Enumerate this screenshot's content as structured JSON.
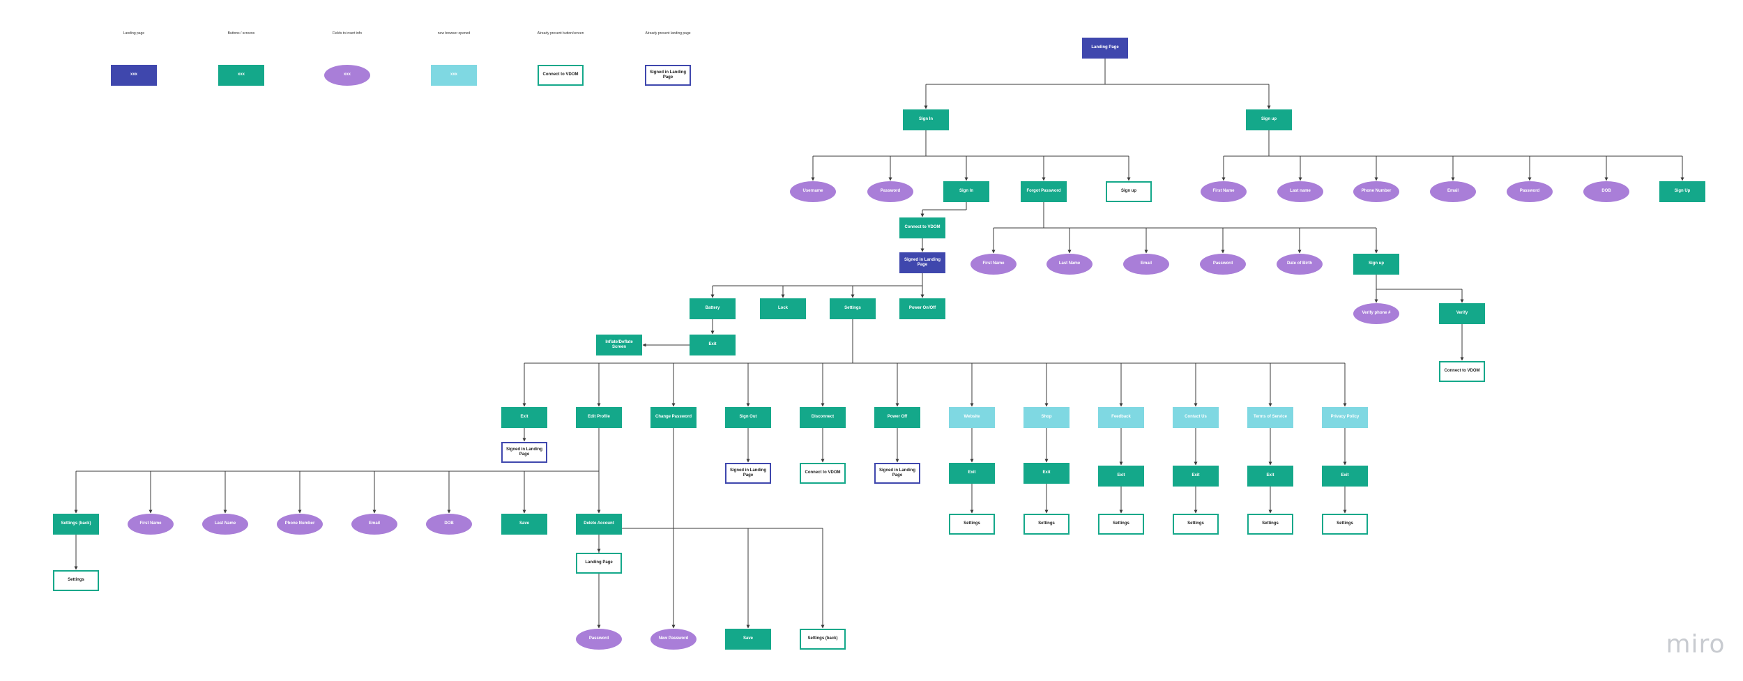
{
  "colors": {
    "landing": "#3f47ad",
    "button": "#14a88a",
    "field": "#a97ed8",
    "browser": "#7fd8e2",
    "connector": "#3a3a3a"
  },
  "legend": [
    {
      "id": "lg-landing",
      "kind": "landing",
      "label": "Landing page",
      "sample": "xxx"
    },
    {
      "id": "lg-button",
      "kind": "button",
      "label": "Buttons / screens",
      "sample": "xxx"
    },
    {
      "id": "lg-field",
      "kind": "field",
      "label": "Fields to insert info",
      "sample": "xxx"
    },
    {
      "id": "lg-browser",
      "kind": "browser",
      "label": "new browser opened",
      "sample": "xxx"
    },
    {
      "id": "lg-present-button",
      "kind": "present-button",
      "label": "Already present button/screen",
      "sample": "Connect to VDOM"
    },
    {
      "id": "lg-present-landing",
      "kind": "present-landing",
      "label": "Already present landing page",
      "sample": "Signed in Landing Page"
    }
  ],
  "nodes": [
    {
      "id": "landing",
      "label": "Landing Page",
      "kind": "landing"
    },
    {
      "id": "signin",
      "label": "Sign In",
      "kind": "button"
    },
    {
      "id": "signup",
      "label": "Sign up",
      "kind": "button"
    },
    {
      "id": "si-username",
      "label": "Username",
      "kind": "field"
    },
    {
      "id": "si-password",
      "label": "Password",
      "kind": "field"
    },
    {
      "id": "si-signin",
      "label": "Sign In",
      "kind": "button"
    },
    {
      "id": "si-forgot",
      "label": "Forgot Password",
      "kind": "button"
    },
    {
      "id": "si-signup",
      "label": "Sign up",
      "kind": "present-button"
    },
    {
      "id": "su-first",
      "label": "First Name",
      "kind": "field"
    },
    {
      "id": "su-last",
      "label": "Last name",
      "kind": "field"
    },
    {
      "id": "su-phone",
      "label": "Phone Number",
      "kind": "field"
    },
    {
      "id": "su-email",
      "label": "Email",
      "kind": "field"
    },
    {
      "id": "su-password",
      "label": "Password",
      "kind": "field"
    },
    {
      "id": "su-dob",
      "label": "DOB",
      "kind": "field"
    },
    {
      "id": "su-signup",
      "label": "Sign Up",
      "kind": "button"
    },
    {
      "id": "connect",
      "label": "Connect to VDOM",
      "kind": "button"
    },
    {
      "id": "signed",
      "label": "Signed in Landing Page",
      "kind": "landing"
    },
    {
      "id": "fp-first",
      "label": "First Name",
      "kind": "field"
    },
    {
      "id": "fp-last",
      "label": "Last Name",
      "kind": "field"
    },
    {
      "id": "fp-email",
      "label": "Email",
      "kind": "field"
    },
    {
      "id": "fp-password",
      "label": "Password",
      "kind": "field"
    },
    {
      "id": "fp-dob",
      "label": "Date of Birth",
      "kind": "field"
    },
    {
      "id": "fp-signup",
      "label": "Sign up",
      "kind": "button"
    },
    {
      "id": "fp-verify-phone",
      "label": "Verify phone #",
      "kind": "field"
    },
    {
      "id": "fp-verify",
      "label": "Verify",
      "kind": "button"
    },
    {
      "id": "fp-connect",
      "label": "Connect to VDOM",
      "kind": "present-button"
    },
    {
      "id": "battery",
      "label": "Battery",
      "kind": "button"
    },
    {
      "id": "lock",
      "label": "Lock",
      "kind": "button"
    },
    {
      "id": "settings",
      "label": "Settings",
      "kind": "button"
    },
    {
      "id": "power",
      "label": "Power On/Off",
      "kind": "button"
    },
    {
      "id": "batt-exit",
      "label": "Exit",
      "kind": "button"
    },
    {
      "id": "inflate",
      "label": "Inflate/Deflate Screen",
      "kind": "button"
    },
    {
      "id": "st-exit",
      "label": "Exit",
      "kind": "button"
    },
    {
      "id": "st-edit",
      "label": "Edit Profile",
      "kind": "button"
    },
    {
      "id": "st-change",
      "label": "Change Password",
      "kind": "button"
    },
    {
      "id": "st-signout",
      "label": "Sign Out",
      "kind": "button"
    },
    {
      "id": "st-disconnect",
      "label": "Disconnect",
      "kind": "button"
    },
    {
      "id": "st-poweroff",
      "label": "Power Off",
      "kind": "button"
    },
    {
      "id": "st-website",
      "label": "Website",
      "kind": "browser"
    },
    {
      "id": "st-shop",
      "label": "Shop",
      "kind": "browser"
    },
    {
      "id": "st-feedback",
      "label": "Feedback",
      "kind": "browser"
    },
    {
      "id": "st-contact",
      "label": "Contact Us",
      "kind": "browser"
    },
    {
      "id": "st-terms",
      "label": "Terms of Service",
      "kind": "browser"
    },
    {
      "id": "st-privacy",
      "label": "Privacy Policy",
      "kind": "browser"
    },
    {
      "id": "exit-signed",
      "label": "Signed in Landing Page",
      "kind": "present-landing"
    },
    {
      "id": "so-signed",
      "label": "Signed in Landing Page",
      "kind": "present-landing"
    },
    {
      "id": "dc-connect",
      "label": "Connect to VDOM",
      "kind": "present-button"
    },
    {
      "id": "po-signed",
      "label": "Signed in Landing Page",
      "kind": "present-landing"
    },
    {
      "id": "web-exit",
      "label": "Exit",
      "kind": "button"
    },
    {
      "id": "shop-exit",
      "label": "Exit",
      "kind": "button"
    },
    {
      "id": "fb-exit",
      "label": "Exit",
      "kind": "button"
    },
    {
      "id": "cu-exit",
      "label": "Exit",
      "kind": "button"
    },
    {
      "id": "tos-exit",
      "label": "Exit",
      "kind": "button"
    },
    {
      "id": "pp-exit",
      "label": "Exit",
      "kind": "button"
    },
    {
      "id": "web-settings",
      "label": "Settings",
      "kind": "present-button"
    },
    {
      "id": "shop-settings",
      "label": "Settings",
      "kind": "present-button"
    },
    {
      "id": "fb-settings",
      "label": "Settings",
      "kind": "present-button"
    },
    {
      "id": "cu-settings",
      "label": "Settings",
      "kind": "present-button"
    },
    {
      "id": "tos-settings",
      "label": "Settings",
      "kind": "present-button"
    },
    {
      "id": "pp-settings",
      "label": "Settings",
      "kind": "present-button"
    },
    {
      "id": "ep-settings-back",
      "label": "Settings (back)",
      "kind": "button"
    },
    {
      "id": "ep-first",
      "label": "First Name",
      "kind": "field"
    },
    {
      "id": "ep-last",
      "label": "Last Name",
      "kind": "field"
    },
    {
      "id": "ep-phone",
      "label": "Phone Number",
      "kind": "field"
    },
    {
      "id": "ep-email",
      "label": "Email",
      "kind": "field"
    },
    {
      "id": "ep-dob",
      "label": "DOB",
      "kind": "field"
    },
    {
      "id": "ep-save",
      "label": "Save",
      "kind": "button"
    },
    {
      "id": "ep-delete",
      "label": "Delete Account",
      "kind": "button"
    },
    {
      "id": "ep-settings",
      "label": "Settings",
      "kind": "present-button"
    },
    {
      "id": "del-landing",
      "label": "Landing Page",
      "kind": "present-button"
    },
    {
      "id": "cp-password",
      "label": "Password",
      "kind": "field"
    },
    {
      "id": "cp-new",
      "label": "New Password",
      "kind": "field"
    },
    {
      "id": "cp-save",
      "label": "Save",
      "kind": "button"
    },
    {
      "id": "cp-settings-back",
      "label": "Settings (back)",
      "kind": "present-button"
    }
  ],
  "edges": [
    [
      "landing",
      "signin"
    ],
    [
      "landing",
      "signup"
    ],
    [
      "signin",
      "si-username"
    ],
    [
      "signin",
      "si-password"
    ],
    [
      "signin",
      "si-signin"
    ],
    [
      "signin",
      "si-forgot"
    ],
    [
      "signin",
      "si-signup"
    ],
    [
      "signup",
      "su-first"
    ],
    [
      "signup",
      "su-last"
    ],
    [
      "signup",
      "su-phone"
    ],
    [
      "signup",
      "su-email"
    ],
    [
      "signup",
      "su-password"
    ],
    [
      "signup",
      "su-dob"
    ],
    [
      "signup",
      "su-signup"
    ],
    [
      "si-signin",
      "connect"
    ],
    [
      "connect",
      "signed"
    ],
    [
      "si-forgot",
      "fp-first"
    ],
    [
      "si-forgot",
      "fp-last"
    ],
    [
      "si-forgot",
      "fp-email"
    ],
    [
      "si-forgot",
      "fp-password"
    ],
    [
      "si-forgot",
      "fp-dob"
    ],
    [
      "si-forgot",
      "fp-signup"
    ],
    [
      "fp-signup",
      "fp-verify-phone"
    ],
    [
      "fp-signup",
      "fp-verify"
    ],
    [
      "fp-verify",
      "fp-connect"
    ],
    [
      "signed",
      "battery"
    ],
    [
      "signed",
      "lock"
    ],
    [
      "signed",
      "settings"
    ],
    [
      "signed",
      "power"
    ],
    [
      "battery",
      "batt-exit"
    ],
    [
      "batt-exit",
      "inflate"
    ],
    [
      "settings",
      "st-exit"
    ],
    [
      "settings",
      "st-edit"
    ],
    [
      "settings",
      "st-change"
    ],
    [
      "settings",
      "st-signout"
    ],
    [
      "settings",
      "st-disconnect"
    ],
    [
      "settings",
      "st-poweroff"
    ],
    [
      "settings",
      "st-website"
    ],
    [
      "settings",
      "st-shop"
    ],
    [
      "settings",
      "st-feedback"
    ],
    [
      "settings",
      "st-contact"
    ],
    [
      "settings",
      "st-terms"
    ],
    [
      "settings",
      "st-privacy"
    ],
    [
      "st-exit",
      "exit-signed"
    ],
    [
      "st-signout",
      "so-signed"
    ],
    [
      "st-disconnect",
      "dc-connect"
    ],
    [
      "st-poweroff",
      "po-signed"
    ],
    [
      "st-website",
      "web-exit"
    ],
    [
      "st-shop",
      "shop-exit"
    ],
    [
      "st-feedback",
      "fb-exit"
    ],
    [
      "st-contact",
      "cu-exit"
    ],
    [
      "st-terms",
      "tos-exit"
    ],
    [
      "st-privacy",
      "pp-exit"
    ],
    [
      "web-exit",
      "web-settings"
    ],
    [
      "shop-exit",
      "shop-settings"
    ],
    [
      "fb-exit",
      "fb-settings"
    ],
    [
      "cu-exit",
      "cu-settings"
    ],
    [
      "tos-exit",
      "tos-settings"
    ],
    [
      "pp-exit",
      "pp-settings"
    ],
    [
      "st-edit",
      "ep-settings-back"
    ],
    [
      "st-edit",
      "ep-first"
    ],
    [
      "st-edit",
      "ep-last"
    ],
    [
      "st-edit",
      "ep-phone"
    ],
    [
      "st-edit",
      "ep-email"
    ],
    [
      "st-edit",
      "ep-dob"
    ],
    [
      "st-edit",
      "ep-save"
    ],
    [
      "st-edit",
      "ep-delete"
    ],
    [
      "ep-settings-back",
      "ep-settings"
    ],
    [
      "ep-delete",
      "del-landing"
    ],
    [
      "st-change",
      "cp-password"
    ],
    [
      "st-change",
      "cp-new"
    ],
    [
      "st-change",
      "cp-save"
    ],
    [
      "st-change",
      "cp-settings-back"
    ]
  ],
  "brand": "miro"
}
